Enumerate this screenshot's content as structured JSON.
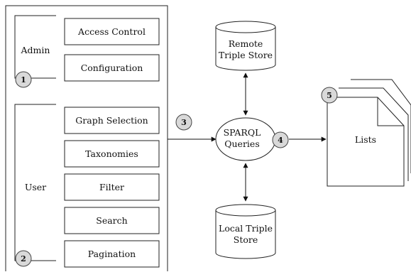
{
  "groups": {
    "admin": {
      "label": "Admin",
      "badge": "1",
      "items": [
        "Access Control",
        "Configuration"
      ]
    },
    "user": {
      "label": "User",
      "badge": "2",
      "items": [
        "Graph Selection",
        "Taxonomies",
        "Filter",
        "Search",
        "Pagination"
      ]
    }
  },
  "flow_badge": "3",
  "queries": {
    "lines": [
      "SPARQL",
      "Queries"
    ],
    "badge": "4"
  },
  "remote_store": {
    "lines": [
      "Remote",
      "Triple Store"
    ]
  },
  "local_store": {
    "lines": [
      "Local Triple",
      "Store"
    ]
  },
  "lists": {
    "label": "Lists",
    "badge": "5"
  },
  "colors": {
    "stroke": "#222222",
    "badge_fill": "#d9d9d9",
    "background": "#ffffff"
  }
}
